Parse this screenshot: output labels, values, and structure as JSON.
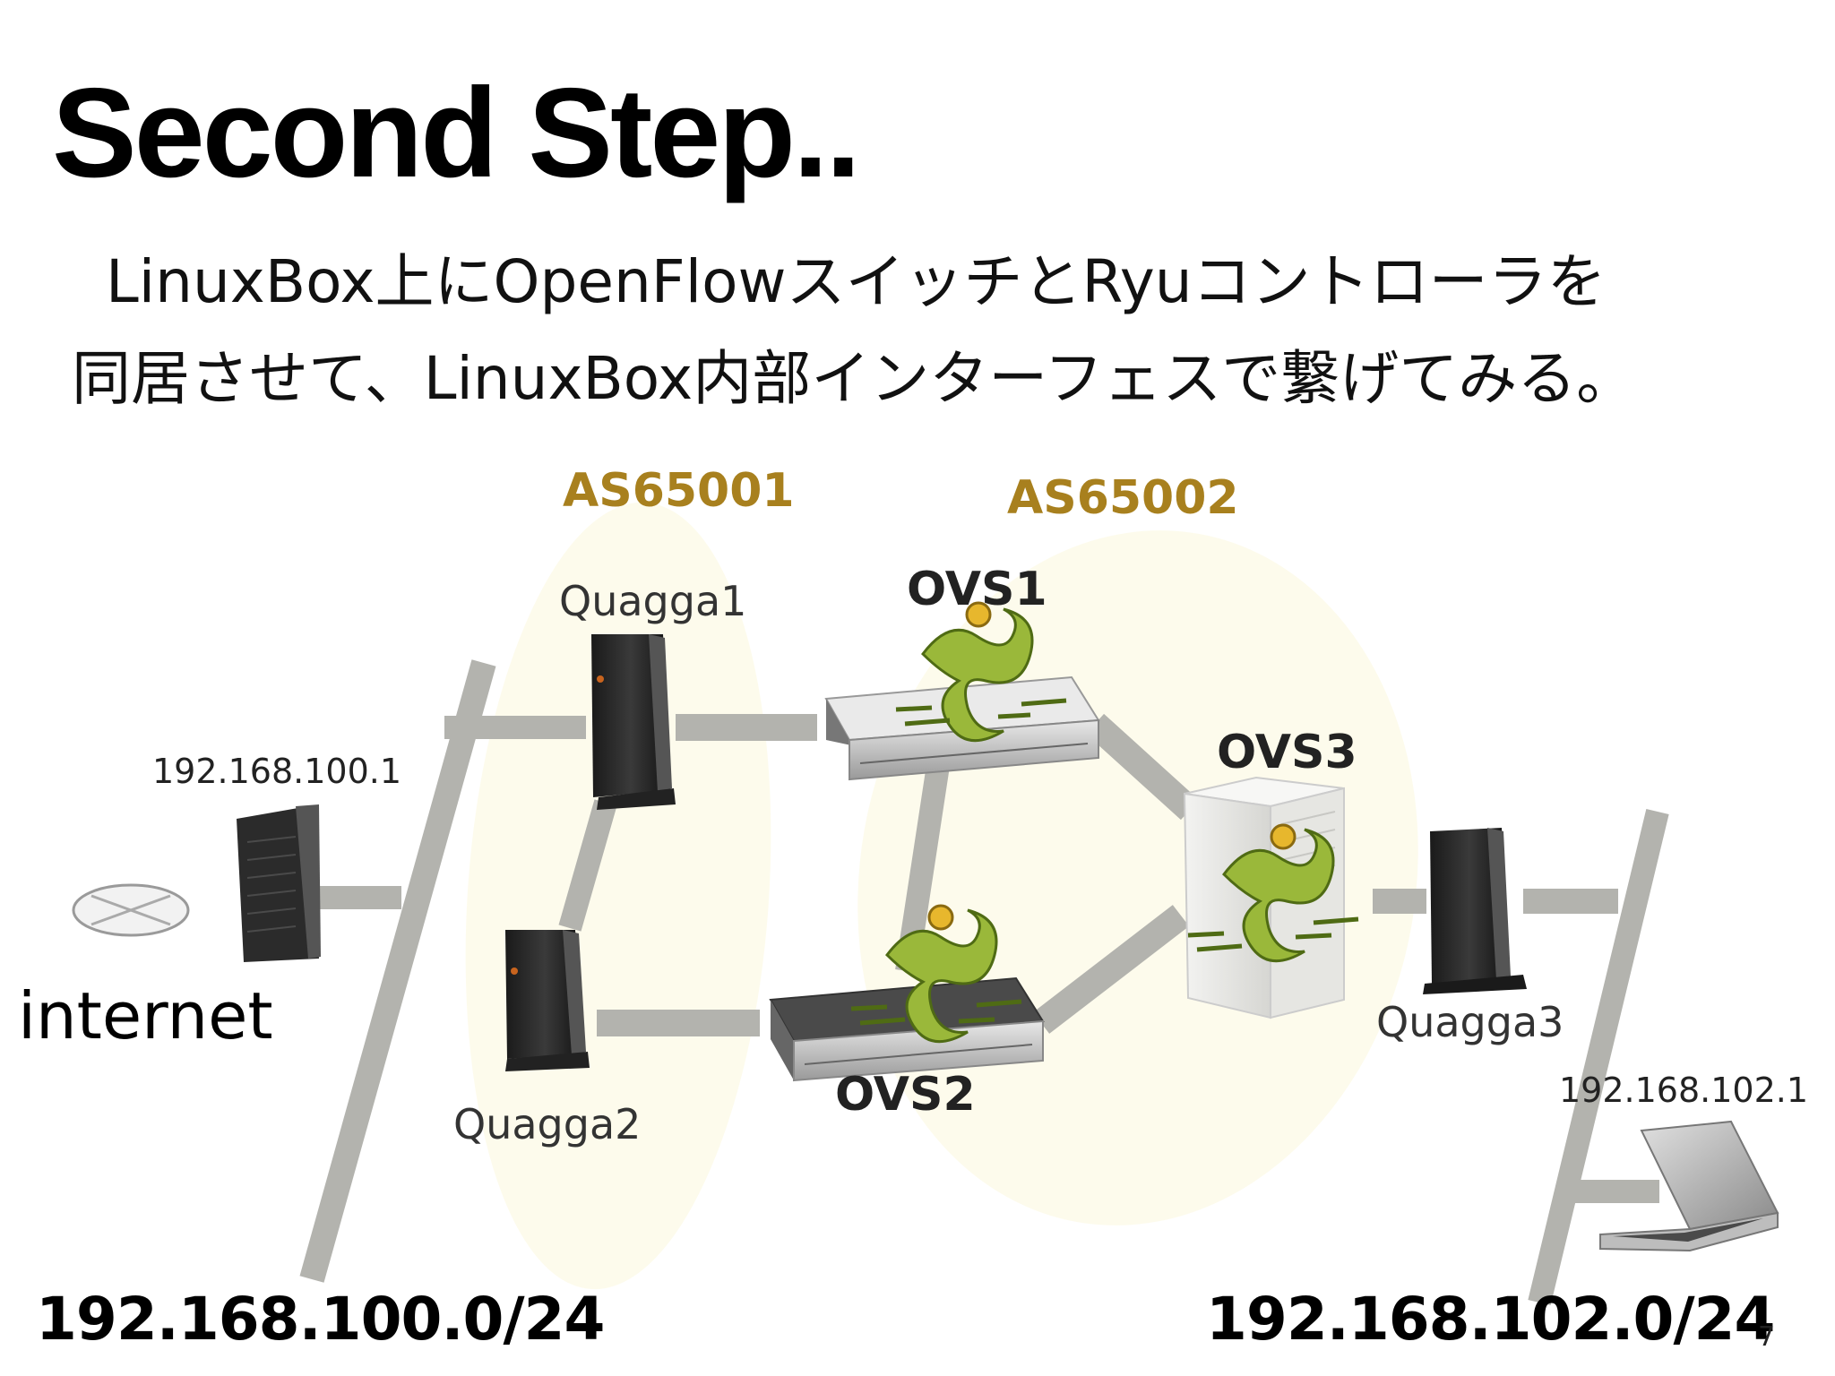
{
  "slide": {
    "title": "Second Step..",
    "subtitle_line1": "LinuxBox上にOpenFlowスイッチとRyuコントローラを",
    "subtitle_line2": "同居させて、LinuxBox内部インターフェスで繋げてみる。",
    "page_number": "7"
  },
  "diagram": {
    "as_labels": [
      "AS65001",
      "AS65002"
    ],
    "nodes": {
      "internet": "internet",
      "gateway_ip": "192.168.100.1",
      "quagga1": "Quagga1",
      "quagga2": "Quagga2",
      "quagga3": "Quagga3",
      "ovs1": "OVS1",
      "ovs2": "OVS2",
      "ovs3": "OVS3",
      "laptop_ip": "192.168.102.1"
    },
    "networks": [
      "192.168.100.0/24",
      "192.168.102.0/24"
    ]
  },
  "colors": {
    "link": "#b3b3ae",
    "as_region": "#fdfbe9",
    "as_label": "#a8801e",
    "ryu_dragon": "#9ab83a"
  }
}
